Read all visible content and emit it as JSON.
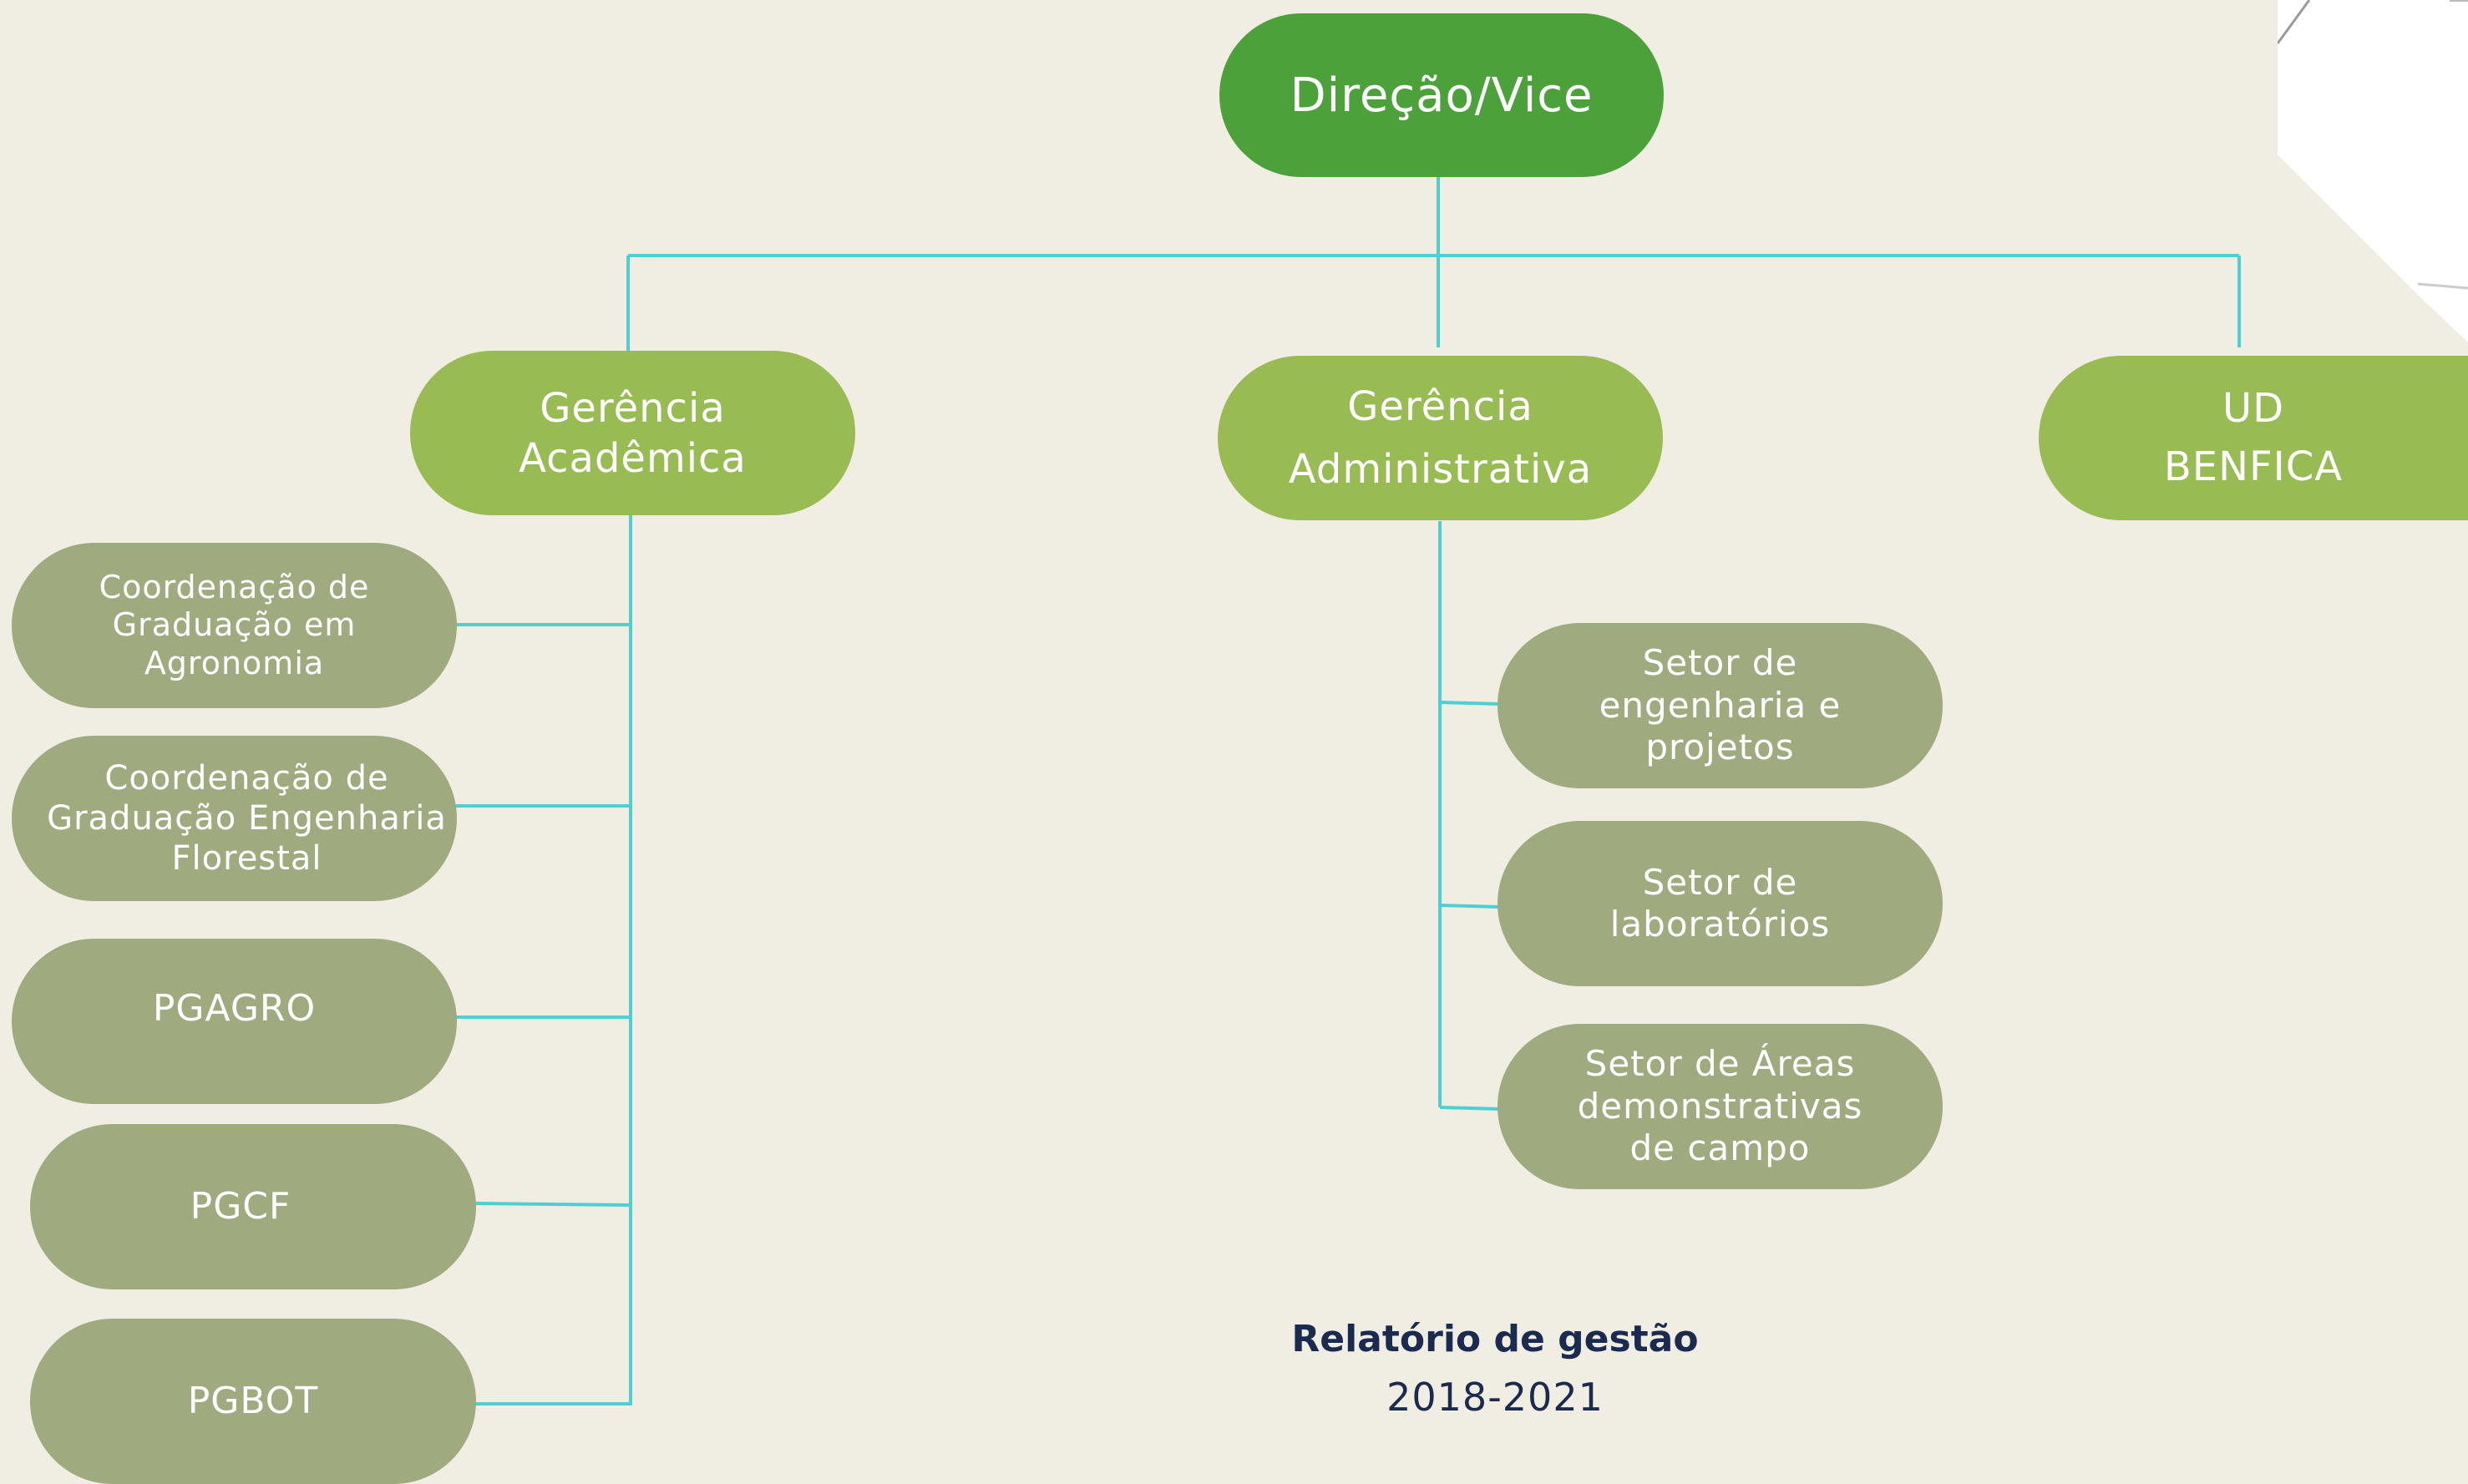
{
  "colors": {
    "background": "#f0eee2",
    "top_node": "#4ca13b",
    "level2_node": "#99bb53",
    "level3_node": "#9faa7f",
    "connector": "#4ed0d2",
    "footer_text": "#1b2a4f"
  },
  "org": {
    "top": {
      "label": "Direção/Vice"
    },
    "gerencia_academica": {
      "label": "Gerência\nAcadêmica",
      "children": [
        "Coordenação de\nGraduação em\nAgronomia",
        "Coordenação de\nGraduação Engenharia\nFlorestal",
        "PGAGRO",
        "PGCF",
        "PGBOT"
      ]
    },
    "gerencia_administrativa": {
      "label": "Gerência\nAdministrativa",
      "children": [
        "Setor de\nengenharia e\nprojetos",
        "Setor de\nlaboratórios",
        "Setor de Áreas\ndemonstrativas\nde campo"
      ]
    },
    "ud_benfica": {
      "label": "UD\nBENFICA"
    }
  },
  "footer": {
    "title": "Relatório de gestão",
    "years": "2018-2021"
  }
}
